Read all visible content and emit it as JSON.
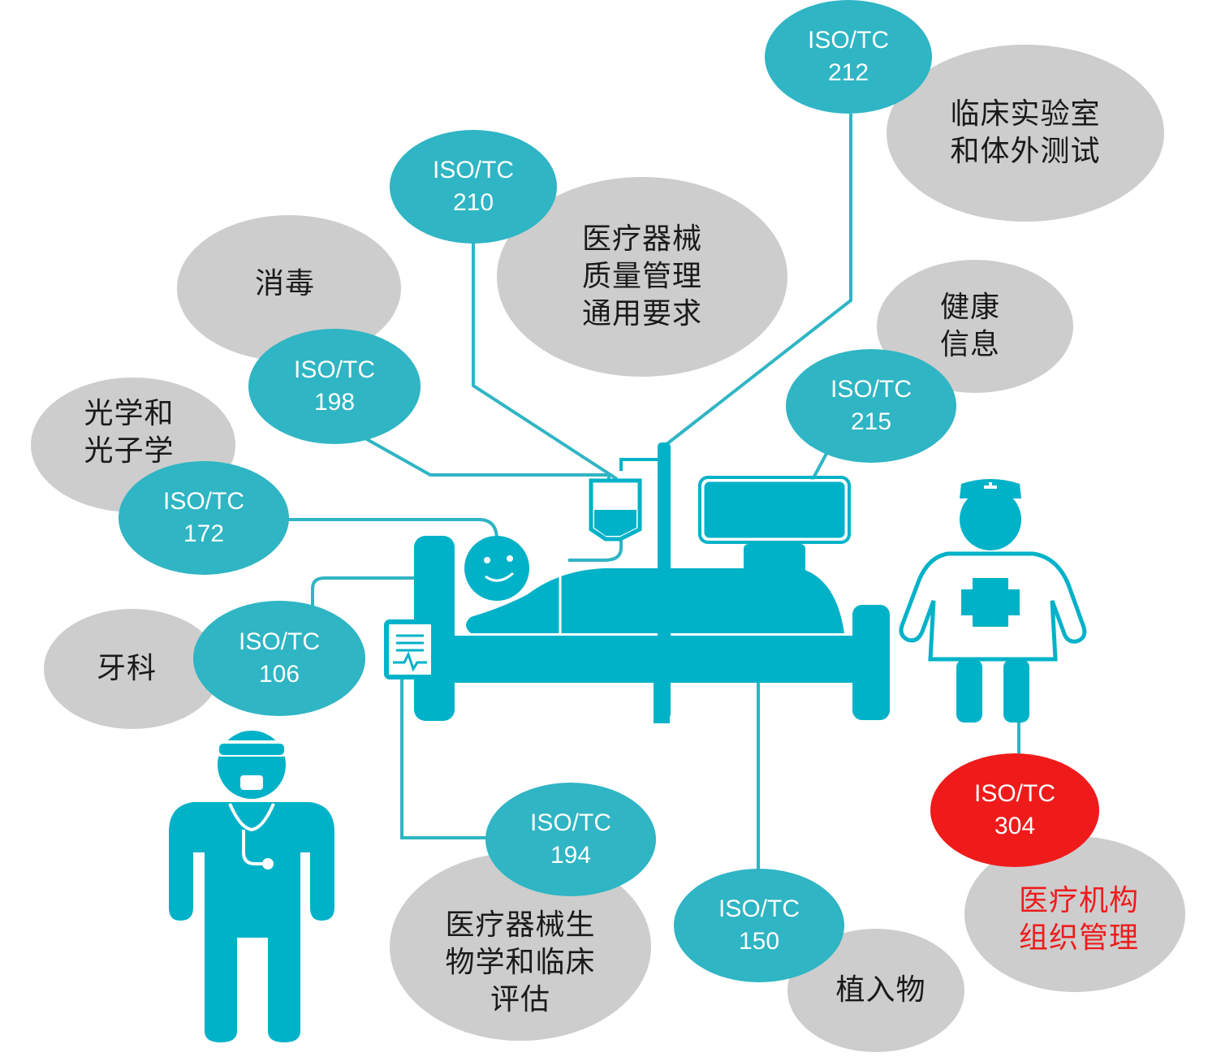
{
  "colors": {
    "teal": "#2fb5c4",
    "figure": "#00b2c8",
    "bubble": "#cdcdcd",
    "highlight": "#ef1b1b"
  },
  "committees": [
    {
      "id": "212",
      "prefix": "ISO/TC",
      "number": "212",
      "topic": "临床实验室\n和体外测试"
    },
    {
      "id": "210",
      "prefix": "ISO/TC",
      "number": "210",
      "topic": "医疗器械\n质量管理\n通用要求"
    },
    {
      "id": "198",
      "prefix": "ISO/TC",
      "number": "198",
      "topic": "消毒"
    },
    {
      "id": "215",
      "prefix": "ISO/TC",
      "number": "215",
      "topic": "健康\n信息"
    },
    {
      "id": "172",
      "prefix": "ISO/TC",
      "number": "172",
      "topic": "光学和\n光子学"
    },
    {
      "id": "106",
      "prefix": "ISO/TC",
      "number": "106",
      "topic": "牙科"
    },
    {
      "id": "194",
      "prefix": "ISO/TC",
      "number": "194",
      "topic": "医疗器械生\n物学和临床\n评估"
    },
    {
      "id": "150",
      "prefix": "ISO/TC",
      "number": "150",
      "topic": "植入物"
    },
    {
      "id": "304",
      "prefix": "ISO/TC",
      "number": "304",
      "topic": "医疗机构\n组织管理",
      "highlight": true
    }
  ]
}
